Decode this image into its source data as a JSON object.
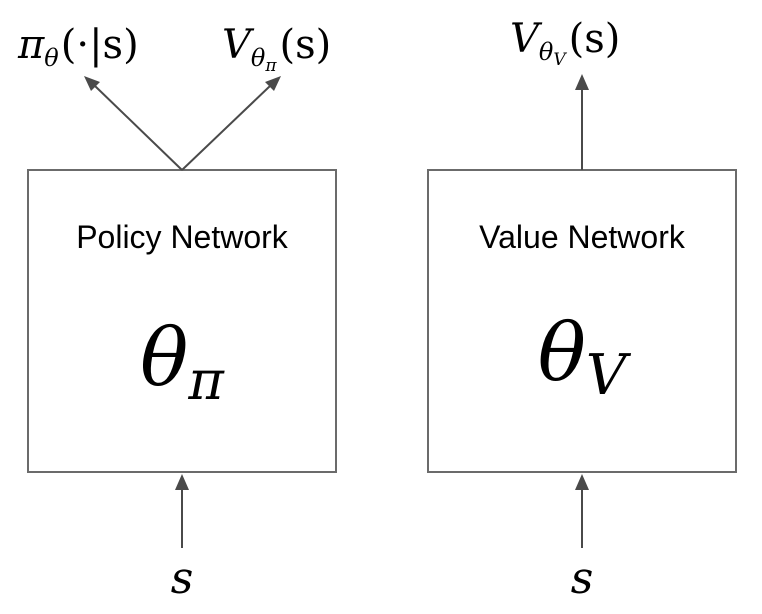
{
  "policy_network": {
    "title": "Policy Network",
    "param_symbol": "θ",
    "param_subscript": "π",
    "input_label": "s",
    "outputs": {
      "policy": {
        "symbol": "π",
        "subscript": "θ",
        "args": "(·|s)"
      },
      "value": {
        "symbol": "V",
        "subscript_base": "θ",
        "subscript_sub": "π",
        "args": "(s)"
      }
    }
  },
  "value_network": {
    "title": "Value Network",
    "param_symbol": "θ",
    "param_subscript": "V",
    "input_label": "s",
    "output": {
      "symbol": "V",
      "subscript_base": "θ",
      "subscript_sub": "V",
      "args": "(s)"
    }
  },
  "colors": {
    "box_stroke": "#6b6b6b",
    "arrow": "#4a4a4a",
    "text": "#000000",
    "background": "#ffffff"
  }
}
